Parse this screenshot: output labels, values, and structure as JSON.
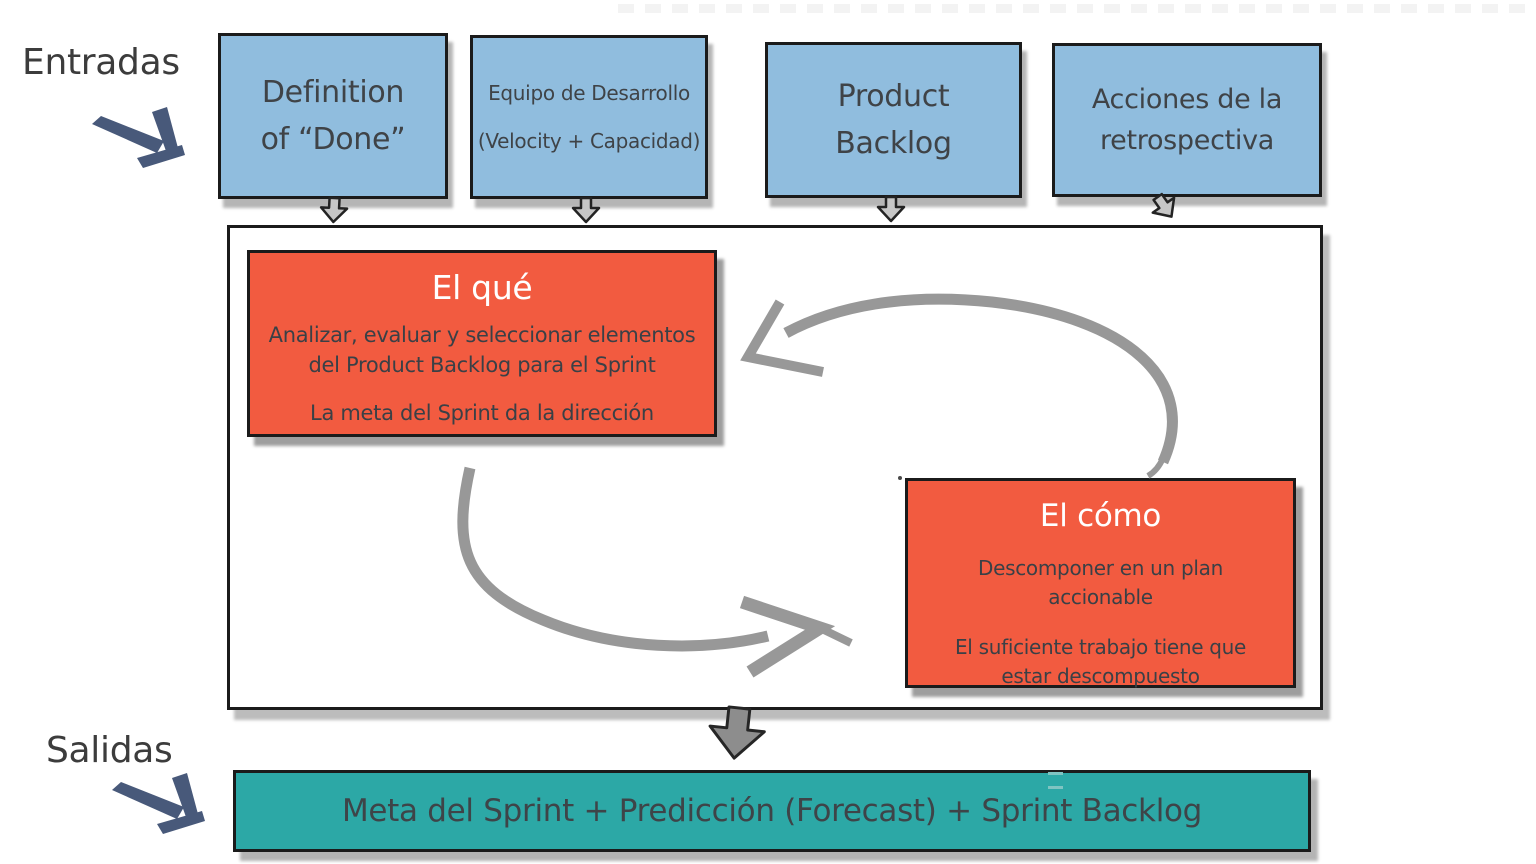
{
  "labels": {
    "inputs": "Entradas",
    "outputs": "Salidas"
  },
  "input_boxes": [
    {
      "line1": "Definition",
      "line2": "of “Done”"
    },
    {
      "line1": "Equipo de Desarrollo",
      "line2": "(Velocity + Capacidad)"
    },
    {
      "line1": "Product",
      "line2": "Backlog"
    },
    {
      "line1": "Acciones de la",
      "line2": "retrospectiva"
    }
  ],
  "what_box": {
    "title": "El qué",
    "body1": "Analizar, evaluar y seleccionar elementos del Product Backlog para el Sprint",
    "body2": "La meta del Sprint da la dirección"
  },
  "how_box": {
    "title": "El cómo",
    "body1": "Descomponer en un plan accionable",
    "body2": "El suficiente trabajo tiene que estar descompuesto"
  },
  "output_bar": {
    "text": "Meta del Sprint + Predicción (Forecast) + Sprint Backlog"
  },
  "colors": {
    "input_box_fill": "#90bdde",
    "process_box_fill": "#f25b40",
    "output_bar_fill": "#2ca8a6",
    "box_border": "#1b1b1b",
    "dark_text": "#3c4247",
    "white_text": "#ffffff",
    "label_arrow_blue": "#48597a",
    "flow_arrow_gray": "#989898",
    "shadow_gray": "#b5b5b5"
  },
  "icons": {
    "input_drop_arrows": "small-down-arrow",
    "output_drop_arrow": "big-down-arrow",
    "cycle_arrows": "curved-gray-arrows"
  }
}
